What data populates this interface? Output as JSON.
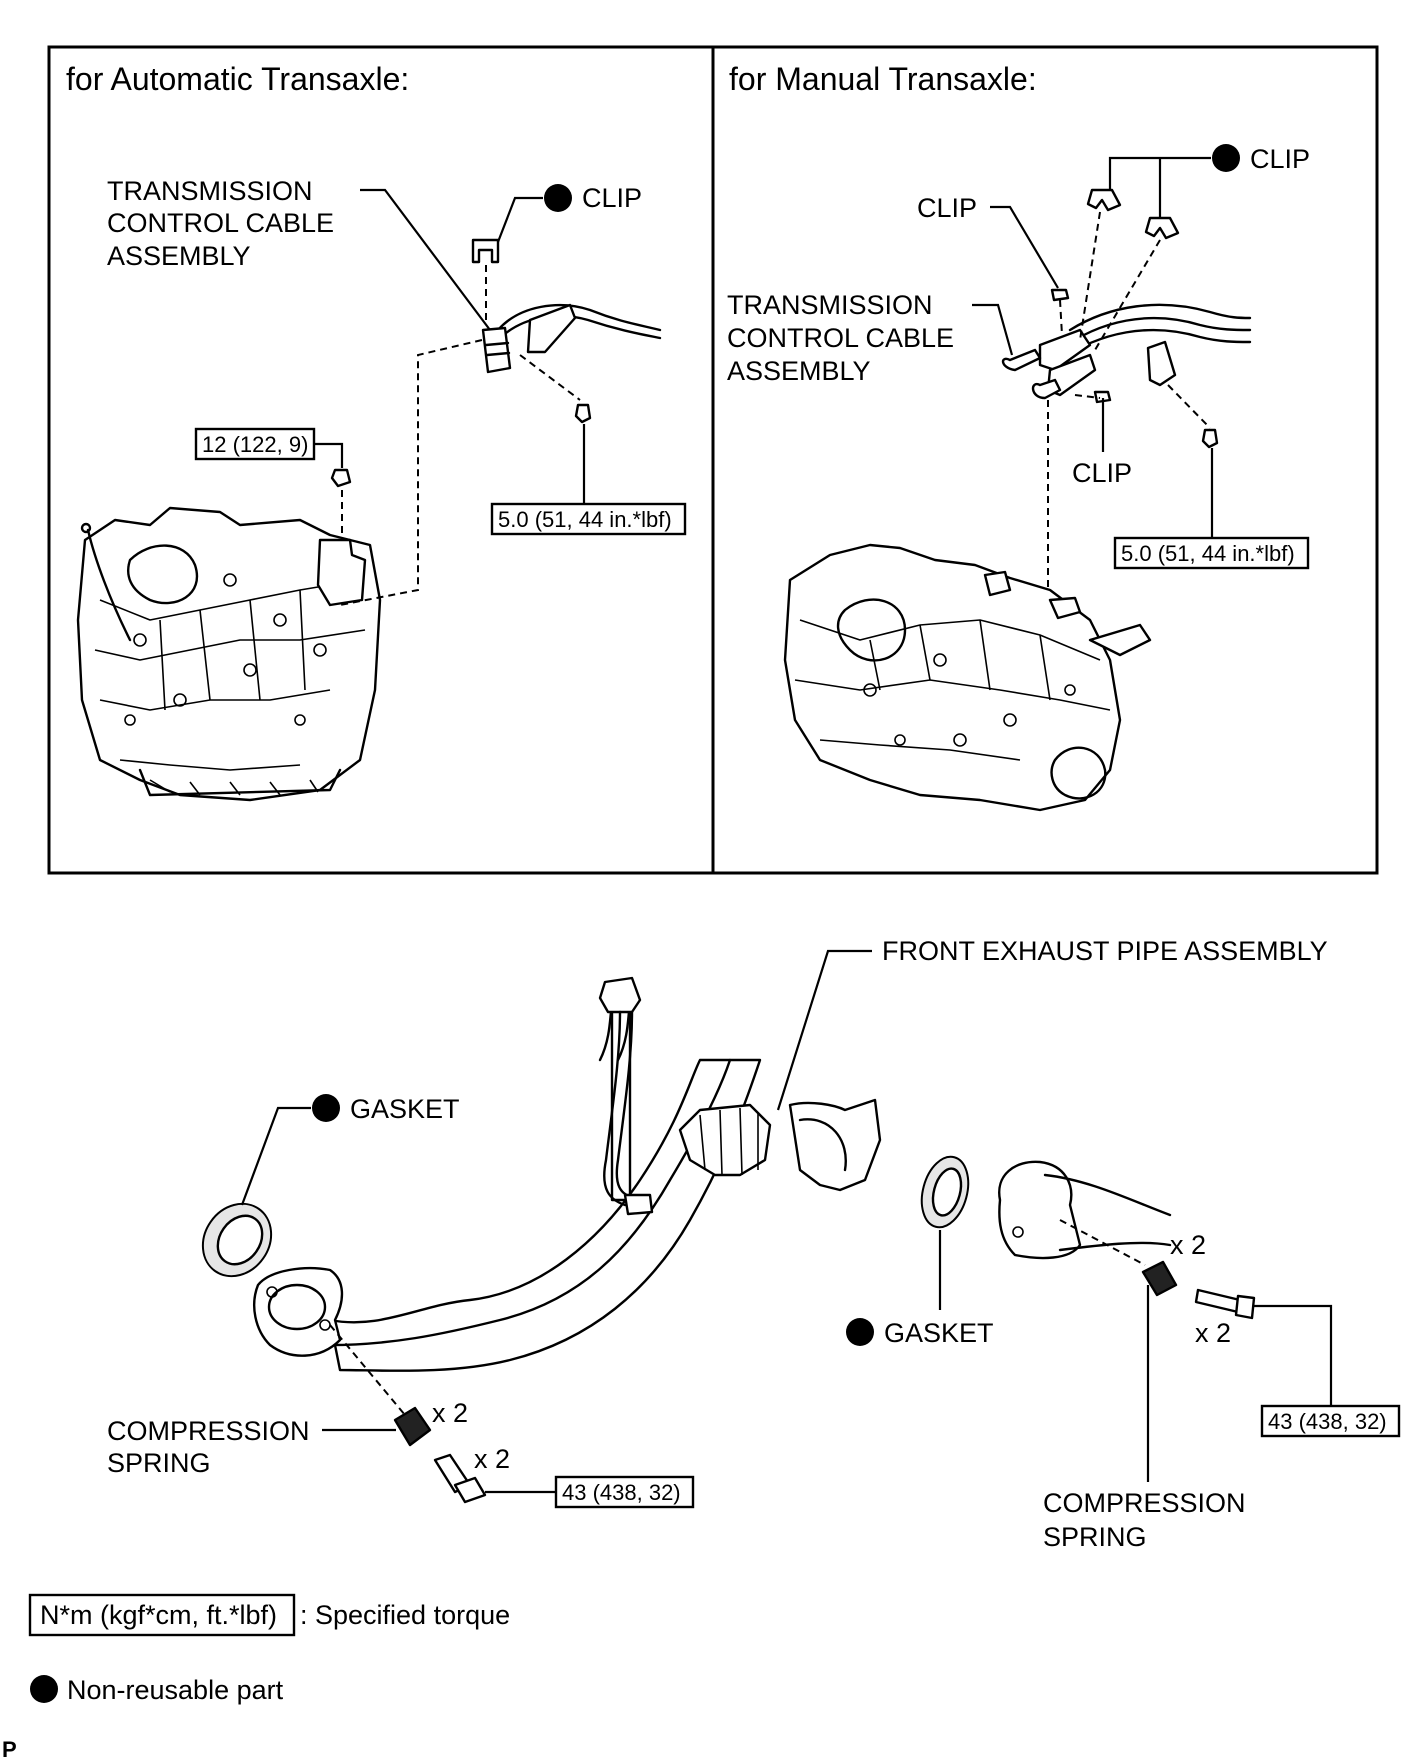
{
  "panels": {
    "automatic": {
      "title": "for Automatic Transaxle:"
    },
    "manual": {
      "title": "for Manual Transaxle:"
    }
  },
  "labels": {
    "at_clip": "CLIP",
    "at_cable_line1": "TRANSMISSION",
    "at_cable_line2": "CONTROL CABLE",
    "at_cable_line3": "ASSEMBLY",
    "at_torque_nut": "12 (122, 9)",
    "at_torque_bolt": "5.0 (51, 44 in.*lbf)",
    "mt_clip_top": "CLIP",
    "mt_clip_left": "CLIP",
    "mt_clip_bottom": "CLIP",
    "mt_cable_line1": "TRANSMISSION",
    "mt_cable_line2": "CONTROL CABLE",
    "mt_cable_line3": "ASSEMBLY",
    "mt_torque_bolt": "5.0 (51, 44 in.*lbf)",
    "exhaust_pipe": "FRONT EXHAUST PIPE ASSEMBLY",
    "gasket_left": "GASKET",
    "gasket_right": "GASKET",
    "spring_left_line1": "COMPRESSION",
    "spring_left_line2": "SPRING",
    "spring_right_line1": "COMPRESSION",
    "spring_right_line2": "SPRING",
    "qty_spring_left": "x 2",
    "qty_bolt_left": "x 2",
    "qty_spring_right": "x 2",
    "qty_bolt_right": "x 2",
    "torque_left": "43 (438, 32)",
    "torque_right": "43 (438, 32)"
  },
  "legend": {
    "torque_box": "N*m (kgf*cm, ft.*lbf)",
    "torque_desc": ": Specified torque",
    "nonreusable": "Non-reusable part"
  },
  "corner_mark": "P"
}
